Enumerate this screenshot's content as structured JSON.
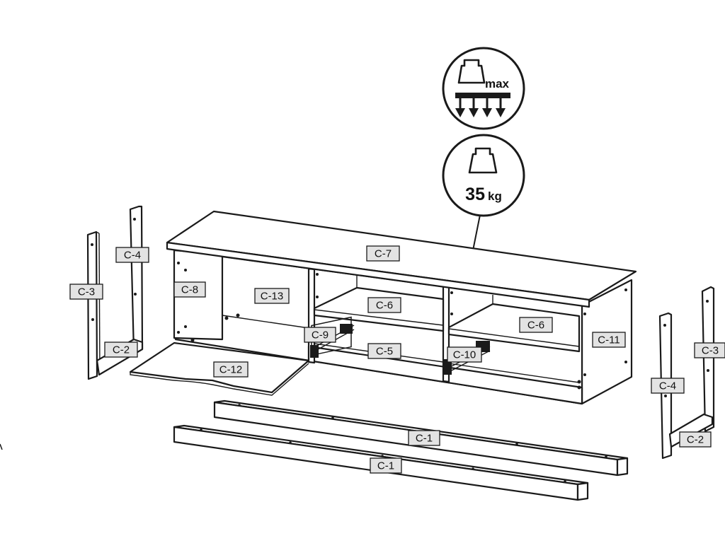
{
  "max_load_badge": {
    "text": "max"
  },
  "weight_badge": {
    "value": "35",
    "unit": "kg"
  },
  "labels": {
    "c7": "C-7",
    "c13": "C-13",
    "c8": "C-8",
    "c6_left": "C-6",
    "c6_right": "C-6",
    "c5": "C-5",
    "c9": "C-9",
    "c10": "C-10",
    "c11": "C-11",
    "c12": "C-12",
    "c1_back": "C-1",
    "c1_front": "C-1",
    "c4_left": "C-4",
    "c3_left": "C-3",
    "c2_left": "C-2",
    "c4_right": "C-4",
    "c3_right": "C-3",
    "c2_right": "C-2"
  }
}
